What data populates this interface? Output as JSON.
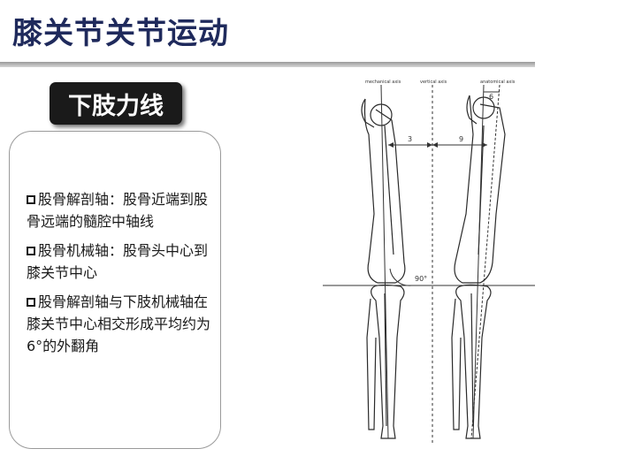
{
  "slide": {
    "title": "膝关节关节运动",
    "badge": "下肢力线"
  },
  "bullets": [
    "股骨解剖轴：股骨近端到股骨远端的髓腔中轴线",
    "股骨机械轴：股骨头中心到膝关节中心",
    "股骨解剖轴与下肢机械轴在膝关节中心相交形成平均约为6°的外翻角"
  ],
  "diagram": {
    "labels": {
      "mechanical_axis": "mechanical axis",
      "vertical_axis": "vertical axis",
      "anatomical_axis": "anatomical axis",
      "left_gap": "3",
      "right_gap": "9",
      "top_angle": "6",
      "knee_angle": "90°"
    },
    "colors": {
      "bone_outline": "#2a2a2a",
      "axis_line": "#333333"
    }
  }
}
